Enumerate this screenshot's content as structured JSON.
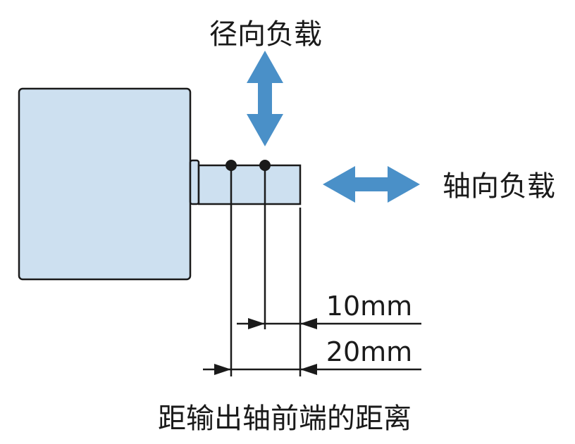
{
  "labels": {
    "radial_load": "径向负载",
    "axial_load": "轴向负载",
    "dim_10": "10mm",
    "dim_20": "20mm",
    "caption": "距输出轴前端的距离"
  },
  "colors": {
    "motor_fill": "#cde0f0",
    "outline": "#1a1a1a",
    "arrow": "#4a90c8"
  }
}
